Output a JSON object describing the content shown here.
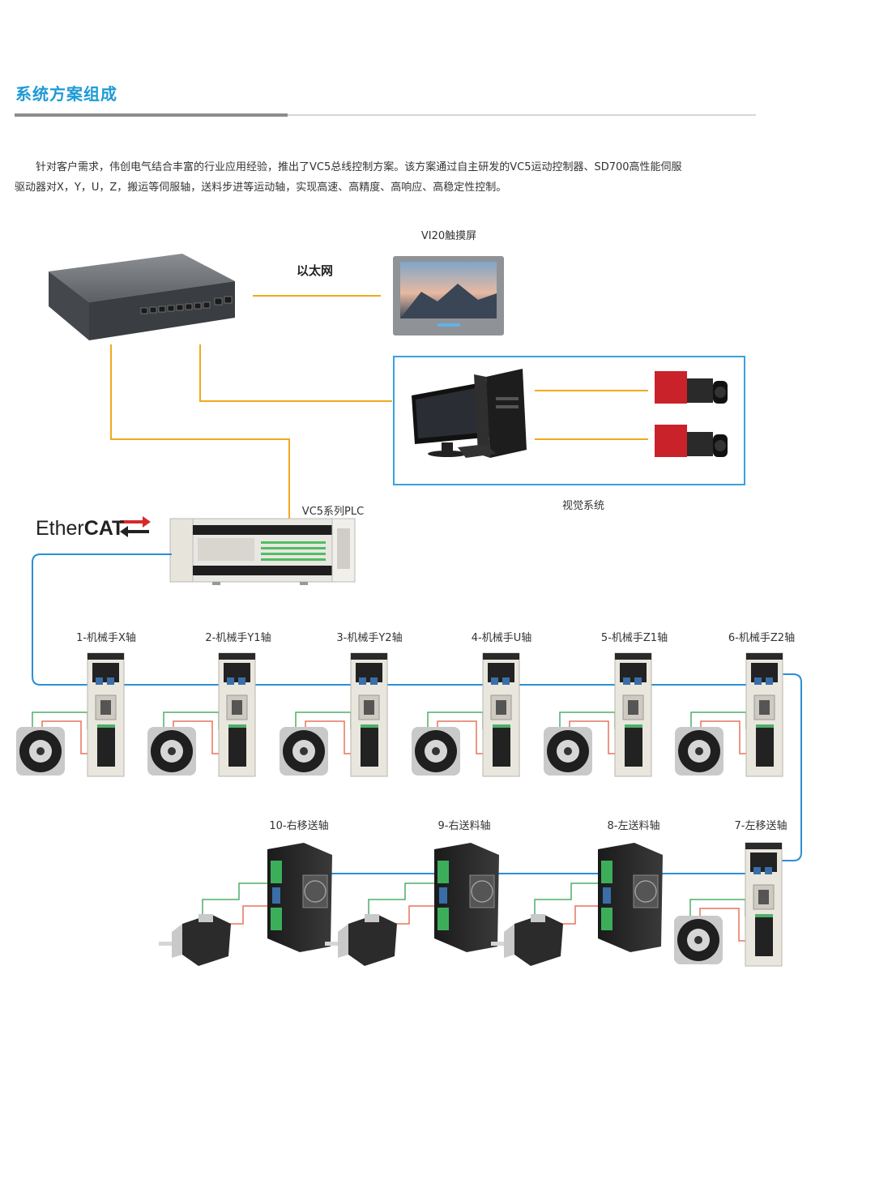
{
  "header": {
    "title": "系统方案组成"
  },
  "intro": {
    "line1": "针对客户需求，伟创电气结合丰富的行业应用经验，推出了VC5总线控制方案。该方案通过自主研发的VC5运动控制器、SD700高性能伺服",
    "line2": "驱动器对X，Y，U，Z，搬运等伺服轴，送料步进等运动轴，实现高速、高精度、高响应、高稳定性控制。"
  },
  "network": {
    "ethernet_label": "以太网",
    "touchscreen_label": "VI20触摸屏",
    "vision_label": "视觉系统",
    "plc_label": "VC5系列PLC",
    "ethercat_logo_ether": "Ether",
    "ethercat_logo_cat": "CAT"
  },
  "servo_axes": [
    {
      "label": "1-机械手X轴"
    },
    {
      "label": "2-机械手Y1轴"
    },
    {
      "label": "3-机械手Y2轴"
    },
    {
      "label": "4-机械手U轴"
    },
    {
      "label": "5-机械手Z1轴"
    },
    {
      "label": "6-机械手Z2轴"
    }
  ],
  "feed_axes": [
    {
      "label": "10-右移送轴"
    },
    {
      "label": "9-右送料轴"
    },
    {
      "label": "8-左送料轴"
    },
    {
      "label": "7-左移送轴"
    }
  ],
  "colors": {
    "accent": "#1e9ad6",
    "ethernet_line": "#f0a91e",
    "ethercat_line": "#2b8fd4",
    "motor_red": "#e8745f",
    "motor_green": "#4fae6a",
    "vision_box": "#3aa0e0"
  },
  "icons": {
    "switch": "network-switch-icon",
    "touchscreen": "touch-screen-icon",
    "computer": "desktop-computer-icon",
    "camera": "industrial-camera-icon",
    "plc": "plc-controller-icon",
    "servo_drive": "servo-drive-icon",
    "servo_motor": "servo-motor-icon",
    "stepper_drive": "stepper-drive-icon",
    "stepper_motor": "stepper-motor-icon"
  }
}
